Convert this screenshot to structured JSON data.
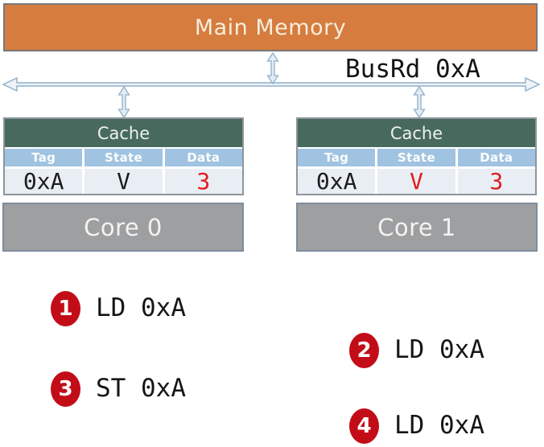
{
  "colors": {
    "memory_orange": "#d57c3e",
    "cache_header_green": "#48695e",
    "column_header_blue": "#9fc3e1",
    "data_row_bg": "#e9eef4",
    "core_gray": "#9e9fa1",
    "badge_red": "#c20d19",
    "value_red": "#e11b1e",
    "value_black": "#1c1c1c",
    "bus_blue": "#8fafc9"
  },
  "memory": {
    "label": "Main Memory"
  },
  "bus": {
    "label": "BusRd 0xA"
  },
  "caches": [
    {
      "title": "Cache",
      "columns": [
        "Tag",
        "State",
        "Data"
      ],
      "row": {
        "tag": {
          "text": "0xA",
          "color": "#1c1c1c"
        },
        "state": {
          "text": "V",
          "color": "#1c1c1c"
        },
        "data": {
          "text": "3",
          "color": "#e11b1e"
        }
      },
      "core": "Core 0"
    },
    {
      "title": "Cache",
      "columns": [
        "Tag",
        "State",
        "Data"
      ],
      "row": {
        "tag": {
          "text": "0xA",
          "color": "#1c1c1c"
        },
        "state": {
          "text": "V",
          "color": "#e11b1e"
        },
        "data": {
          "text": "3",
          "color": "#e11b1e"
        }
      },
      "core": "Core 1"
    }
  ],
  "steps": [
    {
      "num": "1",
      "op": "LD 0xA"
    },
    {
      "num": "2",
      "op": "LD 0xA"
    },
    {
      "num": "3",
      "op": "ST 0xA"
    },
    {
      "num": "4",
      "op": "LD 0xA"
    }
  ]
}
